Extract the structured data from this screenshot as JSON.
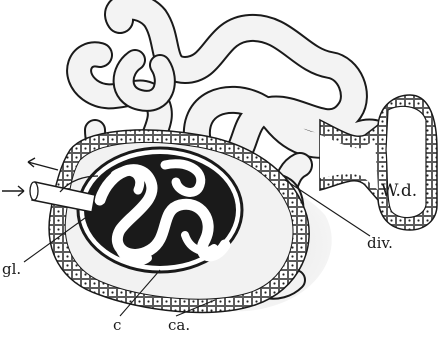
{
  "labels": {
    "wd": "W.d.",
    "div": "div.",
    "gl": "gl.",
    "c": "c",
    "ca": "ca."
  },
  "colors": {
    "ink": "#1a1a1a",
    "tubule_fill": "#f3f3f3",
    "shade": "#dedede",
    "paper": "#ffffff"
  }
}
